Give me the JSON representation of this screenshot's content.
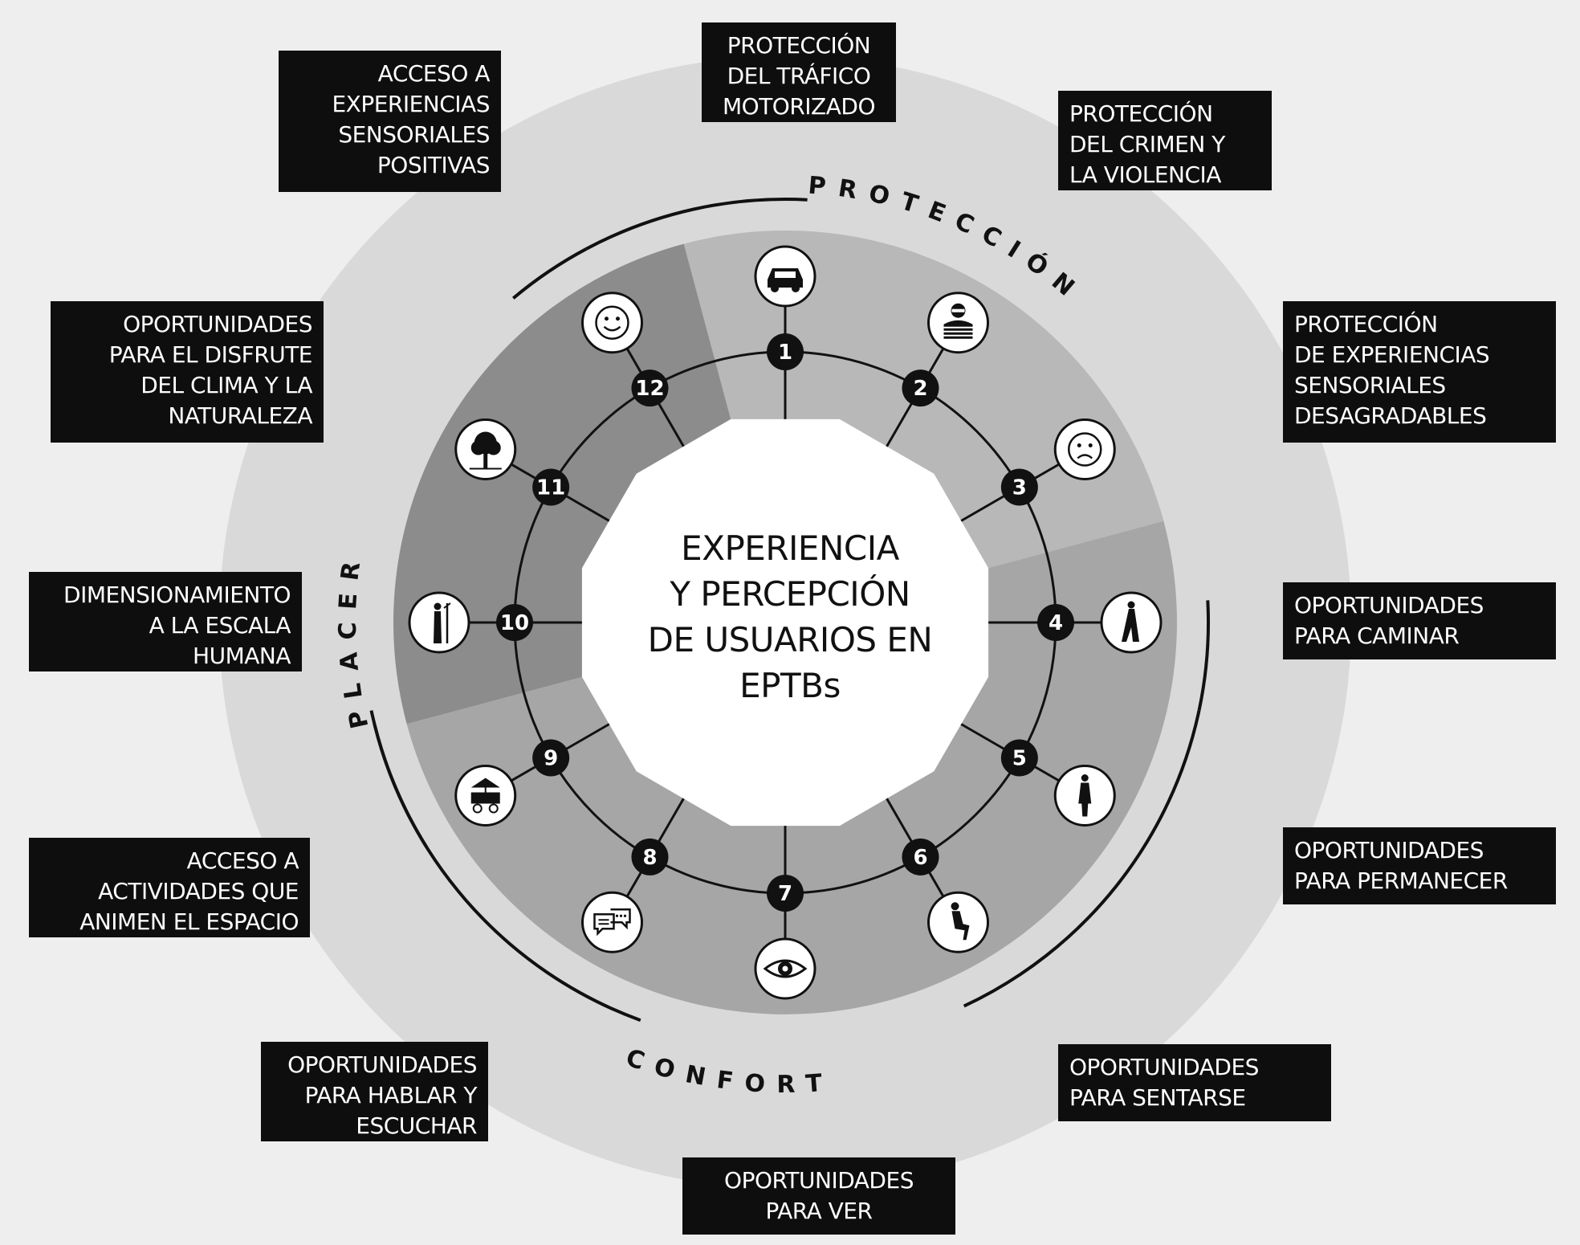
{
  "title": "EXPERIENCIA\nY PERCEPCIÓN\nDE USUARIOS EN\nEPTBs",
  "categories": {
    "proteccion": "PROTECCIÓN",
    "confort": "CONFORT",
    "placer": "PLACER"
  },
  "criteria": [
    {
      "number": "1",
      "label": "PROTECCIÓN\nDEL TRÁFICO\nMOTORIZADO",
      "icon": "car-icon"
    },
    {
      "number": "2",
      "label": "PROTECCIÓN\nDEL CRIMEN Y\nLA VIOLENCIA",
      "icon": "thief-icon"
    },
    {
      "number": "3",
      "label": "PROTECCIÓN\nDE EXPERIENCIAS\nSENSORIALES\nDESAGRADABLES",
      "icon": "sad-face-icon"
    },
    {
      "number": "4",
      "label": "OPORTUNIDADES\nPARA CAMINAR",
      "icon": "walking-person-icon"
    },
    {
      "number": "5",
      "label": "OPORTUNIDADES\nPARA  PERMANECER",
      "icon": "standing-person-icon"
    },
    {
      "number": "6",
      "label": "OPORTUNIDADES\nPARA  SENTARSE",
      "icon": "seated-person-icon"
    },
    {
      "number": "7",
      "label": "OPORTUNIDADES\nPARA VER",
      "icon": "eye-icon"
    },
    {
      "number": "8",
      "label": "OPORTUNIDADES\nPARA HABLAR Y\nESCUCHAR",
      "icon": "speech-bubbles-icon"
    },
    {
      "number": "9",
      "label": "ACCESO A\nACTIVIDADES QUE\nANIMEN EL ESPACIO",
      "icon": "vendor-cart-icon"
    },
    {
      "number": "10",
      "label": "DIMENSIONAMIENTO\nA LA ESCALA\nHUMANA",
      "icon": "human-scale-icon"
    },
    {
      "number": "11",
      "label": "OPORTUNIDADES\nPARA EL DISFRUTE\nDEL CLIMA Y LA\nNATURALEZA",
      "icon": "tree-icon"
    },
    {
      "number": "12",
      "label": "ACCESO A\nEXPERIENCIAS\nSENSORIALES\nPOSITIVAS",
      "icon": "smiley-face-icon"
    }
  ],
  "colors": {
    "background": "#ffffff",
    "outer_ring": "#d9d9d9",
    "sector_proteccion": "#b8b8b8",
    "sector_confort": "#a6a6a6",
    "sector_placer": "#8c8c8c",
    "label_box": "#0e0e0e",
    "label_text": "#ffffff"
  }
}
